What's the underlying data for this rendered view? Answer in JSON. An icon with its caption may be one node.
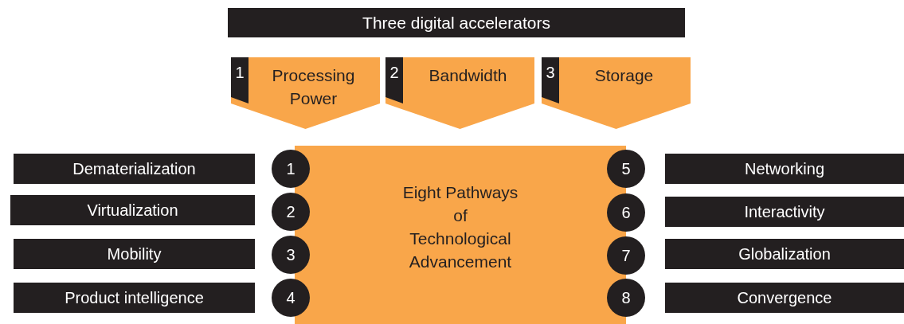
{
  "diagram": {
    "nodes": [
      {
        "text": [
          "Three digital accelerators"
        ]
      },
      {
        "text": [
          "1",
          "Processing Power"
        ]
      },
      {
        "text": [
          "2",
          "Bandwidth"
        ]
      },
      {
        "text": [
          "3",
          "Storage"
        ]
      },
      {
        "text": [
          "Eight Pathways of Technological Advancement"
        ]
      },
      {
        "text": [
          "Dematerialization"
        ]
      },
      {
        "text": [
          "1"
        ]
      },
      {
        "text": [
          "5"
        ]
      },
      {
        "text": [
          "Networking"
        ]
      },
      {
        "text": [
          "Virtualization"
        ]
      },
      {
        "text": [
          "2"
        ]
      },
      {
        "text": [
          "6"
        ]
      },
      {
        "text": [
          "Interactivity"
        ]
      },
      {
        "text": [
          "Mobility"
        ]
      },
      {
        "text": [
          "3"
        ]
      },
      {
        "text": [
          "7"
        ]
      },
      {
        "text": [
          "Globalization"
        ]
      },
      {
        "text": [
          "Product intelligence"
        ]
      },
      {
        "text": [
          "4"
        ]
      },
      {
        "text": [
          "8"
        ]
      },
      {
        "text": [
          "Convergence"
        ]
      }
    ]
  }
}
